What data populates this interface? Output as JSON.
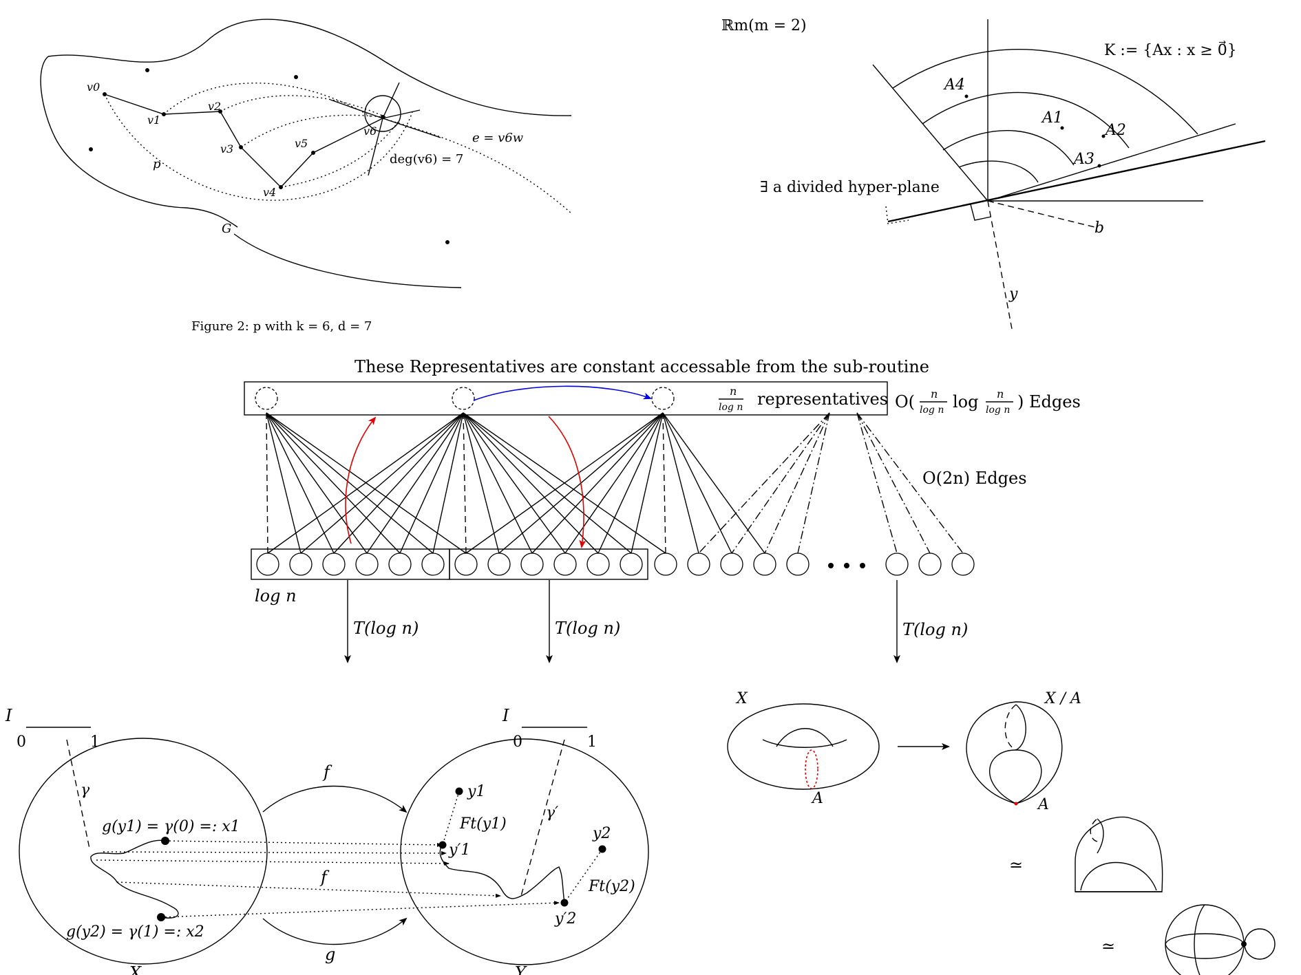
{
  "graph_figure": {
    "vertices": [
      "v0",
      "v1",
      "v2",
      "v3",
      "v4",
      "v5",
      "v6"
    ],
    "path_label": "p",
    "graph_label": "G",
    "edge_label": "e = v6w",
    "degree_label": "deg(v6) = 7",
    "caption": "Figure 2: p with k = 6, d = 7"
  },
  "cone_figure": {
    "space_label": "ℝm(m = 2)",
    "cone_label": "K := {Ax : x ≥ 0⃗}",
    "points": [
      "A4",
      "A1",
      "A2",
      "A3"
    ],
    "hyperplane_label": "∃ a divided hyper-plane",
    "vector_labels": [
      "b",
      "y"
    ]
  },
  "network_figure": {
    "title": "These Representatives are constant accessable from the sub-routine",
    "box_fraction_num": "n",
    "box_fraction_den": "log n",
    "box_label": "representatives",
    "top_edges_label": "O(n/log n · log n/log n) Edges",
    "top_edges_parts": [
      "O(",
      "n",
      "log n",
      "log",
      "n",
      "log n",
      ") Edges"
    ],
    "mid_edges_label": "O(2n) Edges",
    "group_label": "log n",
    "time_label": "T(log n)",
    "ellipsis": "• • •"
  },
  "homotopy_figure": {
    "interval_label": "I",
    "interval_ends": [
      "0",
      "1"
    ],
    "gamma": "γ",
    "gamma_prime": "γ′",
    "map_f": "f",
    "map_g": "g",
    "space_x": "X",
    "space_y": "Y",
    "eq_top": "g(y1) = γ(0) =: x1",
    "eq_bottom": "g(y2) = γ(1) =: x2",
    "y1": "y1",
    "y2": "y2",
    "y1p": "y′1",
    "y2p": "y′2",
    "ft1": "Ft(y1)",
    "ft2": "Ft(y2)"
  },
  "quotient_figure": {
    "x_label": "X",
    "a_label": "A",
    "quotient_label": "X / A",
    "a_label_2": "A",
    "equiv_symbol": "≃"
  }
}
